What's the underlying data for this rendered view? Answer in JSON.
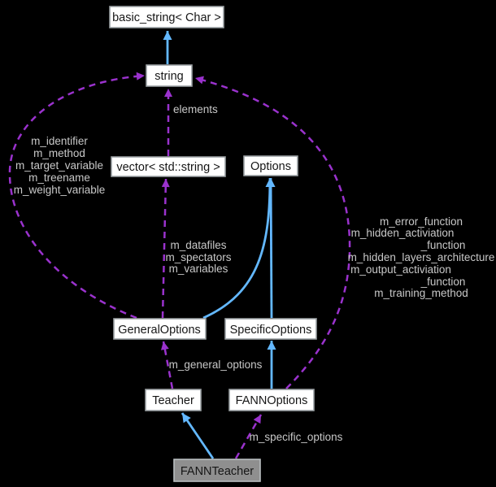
{
  "diagram": {
    "kind": "class-collaboration-graph",
    "background_color": "#000000",
    "colors": {
      "inheritance_edge": "#63b8ff",
      "usage_edge": "#9a32cd",
      "node_fill": "#ffffff",
      "node_border": "#9aa0a3",
      "node_text": "#161616",
      "edge_label_text": "#c8c8c8",
      "highlight_node_fill": "#8f8f8f",
      "highlight_node_border": "#b9bec0"
    },
    "nodes": {
      "basic_string": {
        "label": "basic_string< Char >"
      },
      "string": {
        "label": "string"
      },
      "vector": {
        "label": "vector< std::string >"
      },
      "options": {
        "label": "Options"
      },
      "general_options": {
        "label": "GeneralOptions"
      },
      "specific_options": {
        "label": "SpecificOptions"
      },
      "teacher": {
        "label": "Teacher"
      },
      "fann_options": {
        "label": "FANNOptions"
      },
      "fann_teacher": {
        "label": "FANNTeacher"
      }
    },
    "edge_labels": {
      "elements": "elements",
      "general_to_string": [
        "m_identifier",
        "m_method",
        "m_target_variable",
        "m_treename",
        "m_weight_variable"
      ],
      "general_to_vector": [
        "m_datafiles",
        "m_spectators",
        "m_variables"
      ],
      "fannoptions_to_string": [
        "m_error_function",
        "m_hidden_activiation",
        "_function",
        "m_hidden_layers_architecture",
        "m_output_activiation",
        "_function",
        "m_training_method"
      ],
      "teacher_to_general": "m_general_options",
      "fannteacher_to_fannoptions": "m_specific_options"
    }
  }
}
